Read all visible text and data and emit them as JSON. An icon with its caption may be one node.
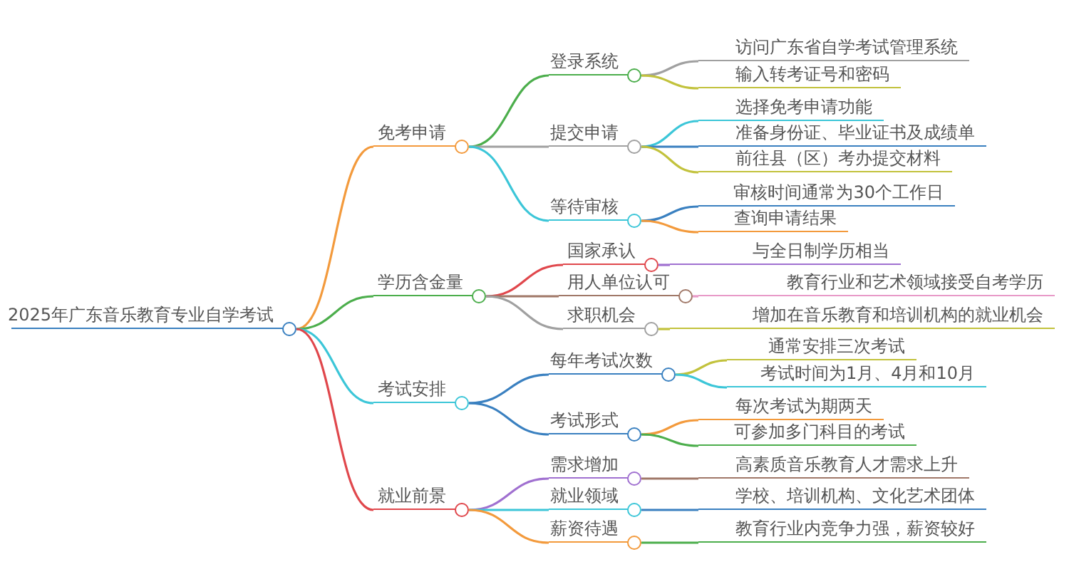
{
  "diagram": {
    "nodes": [
      {
        "text": [
          "2025年广东音乐教育专业自学考试"
        ]
      },
      {
        "text": [
          "免考申请"
        ]
      },
      {
        "text": [
          "登录系统"
        ]
      },
      {
        "text": [
          "访问广东省自学考试管理系统"
        ]
      },
      {
        "text": [
          "输入转考证号和密码"
        ]
      },
      {
        "text": [
          "提交申请"
        ]
      },
      {
        "text": [
          "选择免考申请功能"
        ]
      },
      {
        "text": [
          "准备身份证、毕业证书及成绩单"
        ]
      },
      {
        "text": [
          "前往县（区）考办提交材料"
        ]
      },
      {
        "text": [
          "等待审核"
        ]
      },
      {
        "text": [
          "审核时间通常为30个工作日"
        ]
      },
      {
        "text": [
          "查询申请结果"
        ]
      },
      {
        "text": [
          "学历含金量"
        ]
      },
      {
        "text": [
          "国家承认"
        ]
      },
      {
        "text": [
          "与全日制学历相当"
        ]
      },
      {
        "text": [
          "用人单位认可"
        ]
      },
      {
        "text": [
          "教育行业和艺术领域接受自考学历"
        ]
      },
      {
        "text": [
          "求职机会"
        ]
      },
      {
        "text": [
          "增加在音乐教育和培训机构的就业机会"
        ]
      },
      {
        "text": [
          "考试安排"
        ]
      },
      {
        "text": [
          "每年考试次数"
        ]
      },
      {
        "text": [
          "通常安排三次考试"
        ]
      },
      {
        "text": [
          "考试时间为1月、4月和10月"
        ]
      },
      {
        "text": [
          "考试形式"
        ]
      },
      {
        "text": [
          "每次考试为期两天"
        ]
      },
      {
        "text": [
          "可参加多门科目的考试"
        ]
      },
      {
        "text": [
          "就业前景"
        ]
      },
      {
        "text": [
          "需求增加"
        ]
      },
      {
        "text": [
          "高素质音乐教育人才需求上升"
        ]
      },
      {
        "text": [
          "就业领域"
        ]
      },
      {
        "text": [
          "学校、培训机构、文化艺术团体"
        ]
      },
      {
        "text": [
          "薪资待遇"
        ]
      },
      {
        "text": [
          "教育行业内竞争力强，薪资较好"
        ]
      }
    ],
    "edges": [
      {
        "from": 0,
        "to": 1,
        "arrow": "none",
        "color": "#f39a3c"
      },
      {
        "from": 1,
        "to": 2,
        "arrow": "none",
        "color": "#4cae4c"
      },
      {
        "from": 2,
        "to": 3,
        "arrow": "none",
        "color": "#a0a0a0"
      },
      {
        "from": 2,
        "to": 4,
        "arrow": "none",
        "color": "#c2c23c"
      },
      {
        "from": 1,
        "to": 5,
        "arrow": "none",
        "color": "#a0a0a0"
      },
      {
        "from": 5,
        "to": 6,
        "arrow": "none",
        "color": "#3cc6d8"
      },
      {
        "from": 5,
        "to": 7,
        "arrow": "none",
        "color": "#3a80c0"
      },
      {
        "from": 5,
        "to": 8,
        "arrow": "none",
        "color": "#c2c23c"
      },
      {
        "from": 1,
        "to": 9,
        "arrow": "none",
        "color": "#3cc6d8"
      },
      {
        "from": 9,
        "to": 10,
        "arrow": "none",
        "color": "#3a80c0"
      },
      {
        "from": 9,
        "to": 11,
        "arrow": "none",
        "color": "#f39a3c"
      },
      {
        "from": 0,
        "to": 12,
        "arrow": "none",
        "color": "#4cae4c"
      },
      {
        "from": 12,
        "to": 13,
        "arrow": "none",
        "color": "#e0474c"
      },
      {
        "from": 13,
        "to": 14,
        "arrow": "none",
        "color": "#a070d0"
      },
      {
        "from": 12,
        "to": 15,
        "arrow": "none",
        "color": "#a07868"
      },
      {
        "from": 15,
        "to": 16,
        "arrow": "none",
        "color": "#e89ac8"
      },
      {
        "from": 12,
        "to": 17,
        "arrow": "none",
        "color": "#a0a0a0"
      },
      {
        "from": 17,
        "to": 18,
        "arrow": "none",
        "color": "#c2c23c"
      },
      {
        "from": 0,
        "to": 19,
        "arrow": "none",
        "color": "#3cc6d8"
      },
      {
        "from": 19,
        "to": 20,
        "arrow": "none",
        "color": "#3a80c0"
      },
      {
        "from": 20,
        "to": 21,
        "arrow": "none",
        "color": "#c2c23c"
      },
      {
        "from": 20,
        "to": 22,
        "arrow": "none",
        "color": "#3cc6d8"
      },
      {
        "from": 19,
        "to": 23,
        "arrow": "none",
        "color": "#3a80c0"
      },
      {
        "from": 23,
        "to": 24,
        "arrow": "none",
        "color": "#f39a3c"
      },
      {
        "from": 23,
        "to": 25,
        "arrow": "none",
        "color": "#4cae4c"
      },
      {
        "from": 0,
        "to": 26,
        "arrow": "none",
        "color": "#e0474c"
      },
      {
        "from": 26,
        "to": 27,
        "arrow": "none",
        "color": "#a070d0"
      },
      {
        "from": 27,
        "to": 28,
        "arrow": "none",
        "color": "#a07868"
      },
      {
        "from": 26,
        "to": 29,
        "arrow": "none",
        "color": "#3cc6d8"
      },
      {
        "from": 29,
        "to": 30,
        "arrow": "none",
        "color": "#3a80c0"
      },
      {
        "from": 26,
        "to": 31,
        "arrow": "none",
        "color": "#f39a3c"
      },
      {
        "from": 31,
        "to": 32,
        "arrow": "none",
        "color": "#4cae4c"
      }
    ]
  }
}
